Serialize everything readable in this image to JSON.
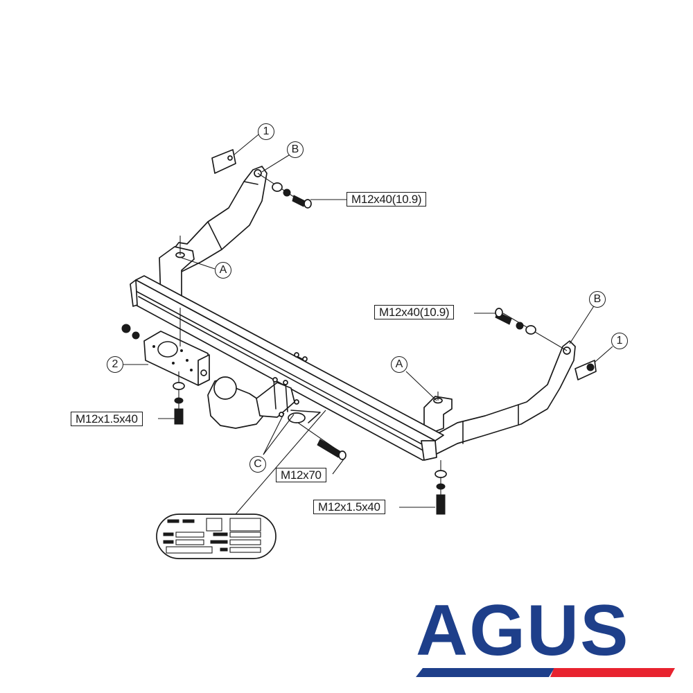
{
  "diagram": {
    "type": "exploded assembly drawing",
    "subject": "towbar / tow hitch installation",
    "callouts": {
      "part_1_left": "1",
      "part_1_right": "1",
      "point_b_left": "B",
      "point_b_right": "B",
      "point_a_left": "A",
      "point_a_right": "A",
      "part_2": "2",
      "point_c": "C"
    },
    "fasteners": {
      "bolt_top_left": "M12x40(10.9)",
      "bolt_top_right": "M12x40(10.9)",
      "bolt_bottom_left": "M12x1.5x40",
      "bolt_bottom_right": "M12x1.5x40",
      "bolt_center": "M12x70"
    },
    "id_plate": {
      "description": "type-approval identification plate (text illegible)"
    }
  },
  "brand": {
    "name": "AGUS",
    "colors": {
      "primary_blue": "#1e3f8a",
      "accent_red": "#e8232f"
    }
  }
}
